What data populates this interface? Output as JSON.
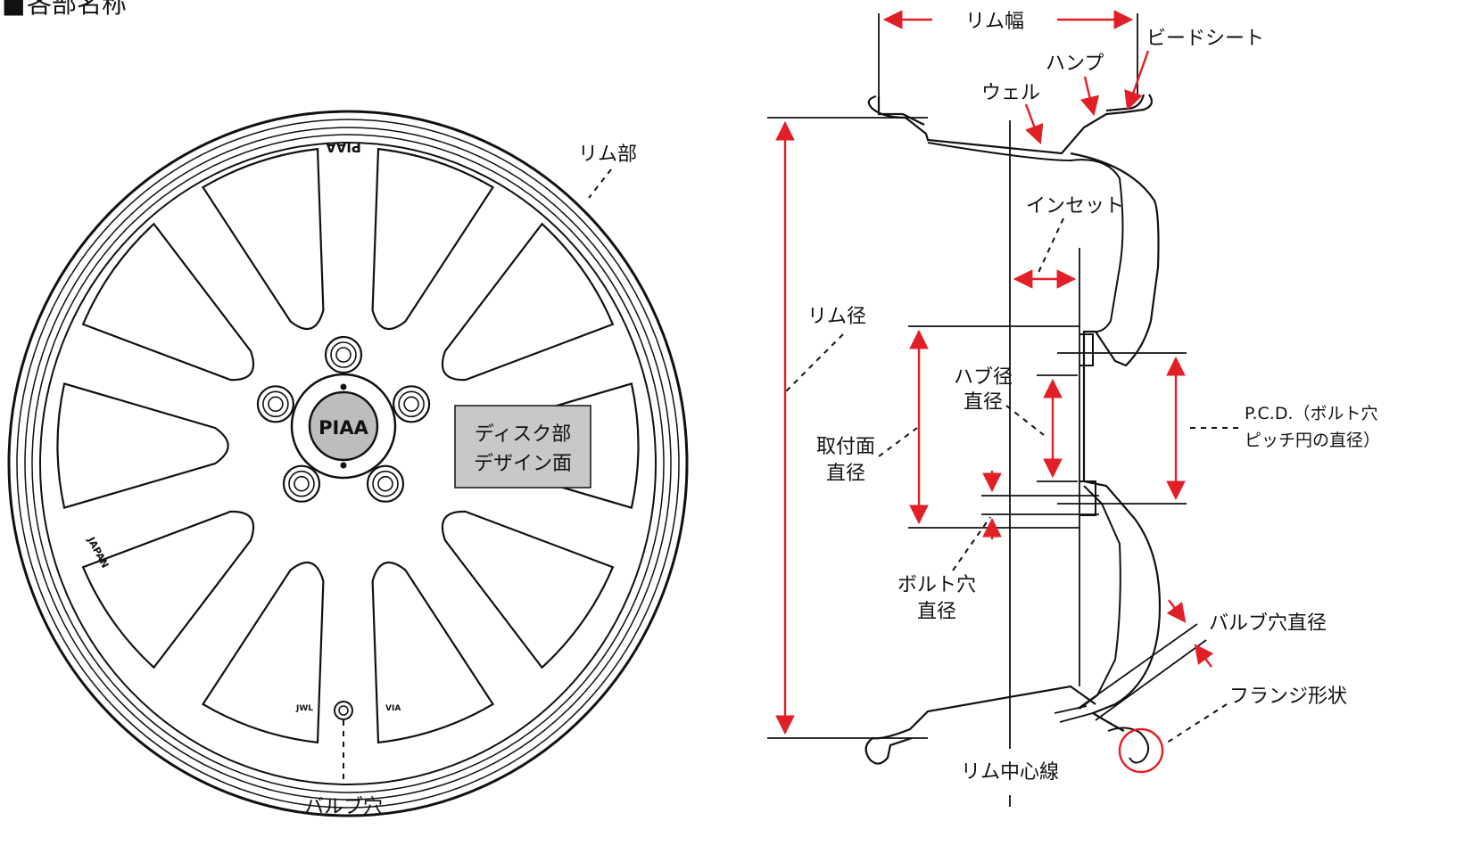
{
  "section": {
    "marker": "■",
    "title": "各部名称"
  },
  "wheel": {
    "brand": "PIAA",
    "rim_text": "PIAA",
    "country_text": "JAPAN",
    "mark_left": "JWL",
    "mark_right": "VIA"
  },
  "labels": {
    "rim_part": "リム部",
    "disc_design_line1": "ディスク部",
    "disc_design_line2": "デザイン面",
    "valve_hole": "バルブ穴",
    "rim_width": "リム幅",
    "bead_seat": "ビードシート",
    "hump": "ハンプ",
    "well": "ウェル",
    "inset": "インセット",
    "rim_diameter": "リム径",
    "hub_diameter_line1": "ハブ径",
    "hub_diameter_line2": "直径",
    "mounting_face_line1": "取付面",
    "mounting_face_line2": "直径",
    "pcd_line1": "P.C.D.（ボルト穴",
    "pcd_line2": "ピッチ円の直径）",
    "bolt_hole_line1": "ボルト穴",
    "bolt_hole_line2": "直径",
    "valve_hole_diameter": "バルブ穴直径",
    "flange_shape": "フランジ形状",
    "rim_center_line": "リム中心線"
  },
  "colors": {
    "ink": "#111111",
    "accent_red": "#e11f26",
    "disc_box_fill": "#c8c8c8"
  }
}
